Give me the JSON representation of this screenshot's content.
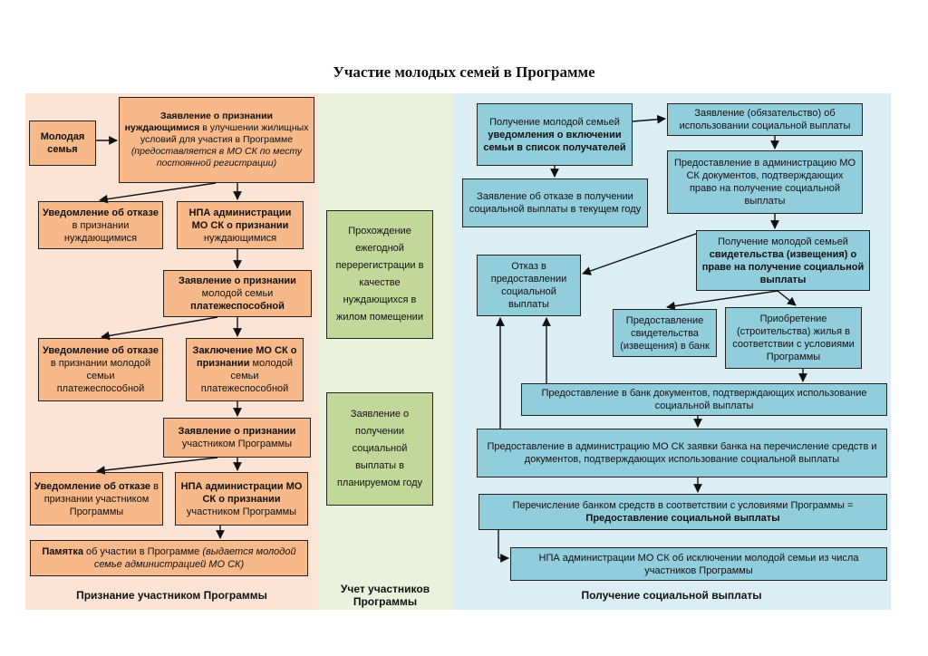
{
  "title": "Участие молодых семей в Программе",
  "panels": {
    "left_label": "Признание участником Программы",
    "mid_label_1": "Учет участников",
    "mid_label_2": "Программы",
    "right_label": "Получение социальной выплаты"
  },
  "left": {
    "family": "Молодая семья",
    "application_b": "Заявление о признании нуждающимися",
    "application_t": " в улучшении жилищных условий для участия в Программе ",
    "application_i": "(предоставляется в МО СК по месту постоянной регистрации)",
    "refusal1_b": "Уведомление об отказе",
    "refusal1_t": " в признании нуждающимися",
    "npa1_b": "НПА администрации МО СК о признании",
    "npa1_t": " нуждающимися",
    "solvency_b1": "Заявление о признании",
    "solvency_t": " молодой семьи ",
    "solvency_b2": "платежеспособной",
    "refusal2_b": "Уведомление об отказе",
    "refusal2_t": " в признании молодой семьи платежеспособной",
    "conclusion_b": "Заключение МО СК о признании",
    "conclusion_t": " молодой семьи платежеспособной",
    "participant_b": "Заявление о признании",
    "participant_t": " участником Программы",
    "refusal3_b": "Уведомление об отказе",
    "refusal3_t": " в признании участником Программы",
    "npa2_b": "НПА администрации МО СК о признании",
    "npa2_t": " участником Программы",
    "memo_b": "Памятка",
    "memo_t": " об участии в Программе ",
    "memo_i": "(выдается молодой семье администрацией МО СК)"
  },
  "mid": {
    "reregistration": "Прохождение ежегодной перерегистрации в качестве нуждающихся в жилом помещении",
    "payment_application": "Заявление о получении социальной выплаты в планируемом году"
  },
  "right": {
    "notice_t": "Получение молодой семьей ",
    "notice_b": "уведомления о включении семьи в список получателей",
    "obligation": "Заявление (обязательство) об использовании социальной выплаты",
    "refuse_current": "Заявление об отказе в получении социальной выплаты в текущем году",
    "docs_admin": "Предоставление в администрацию МО СК документов, подтверждающих право на получение социальной выплаты",
    "cert_t": "Получение молодой семьей ",
    "cert_b": "свидетельства (извещения) о праве на получение социальной выплаты",
    "refusal_payment": "Отказ в предоставлении социальной выплаты",
    "cert_bank": "Предоставление свидетельства (извещения) в банк",
    "purchase": "Приобретение (строительства) жилья в соответствии с условиями Программы",
    "bank_docs": "Предоставление в банк документов, подтверждающих использование социальной выплаты",
    "bank_request": "Предоставление в администрацию МО СК заявки банка на перечисление средств и документов, подтверждающих использование социальной выплаты",
    "transfer_t": "Перечисление банком средств в соответствии с условиями Программы = ",
    "transfer_b": "Предоставление социальной выплаты",
    "exclusion": "НПА администрации МО СК об исключении молодой семьи из числа участников Программы"
  }
}
